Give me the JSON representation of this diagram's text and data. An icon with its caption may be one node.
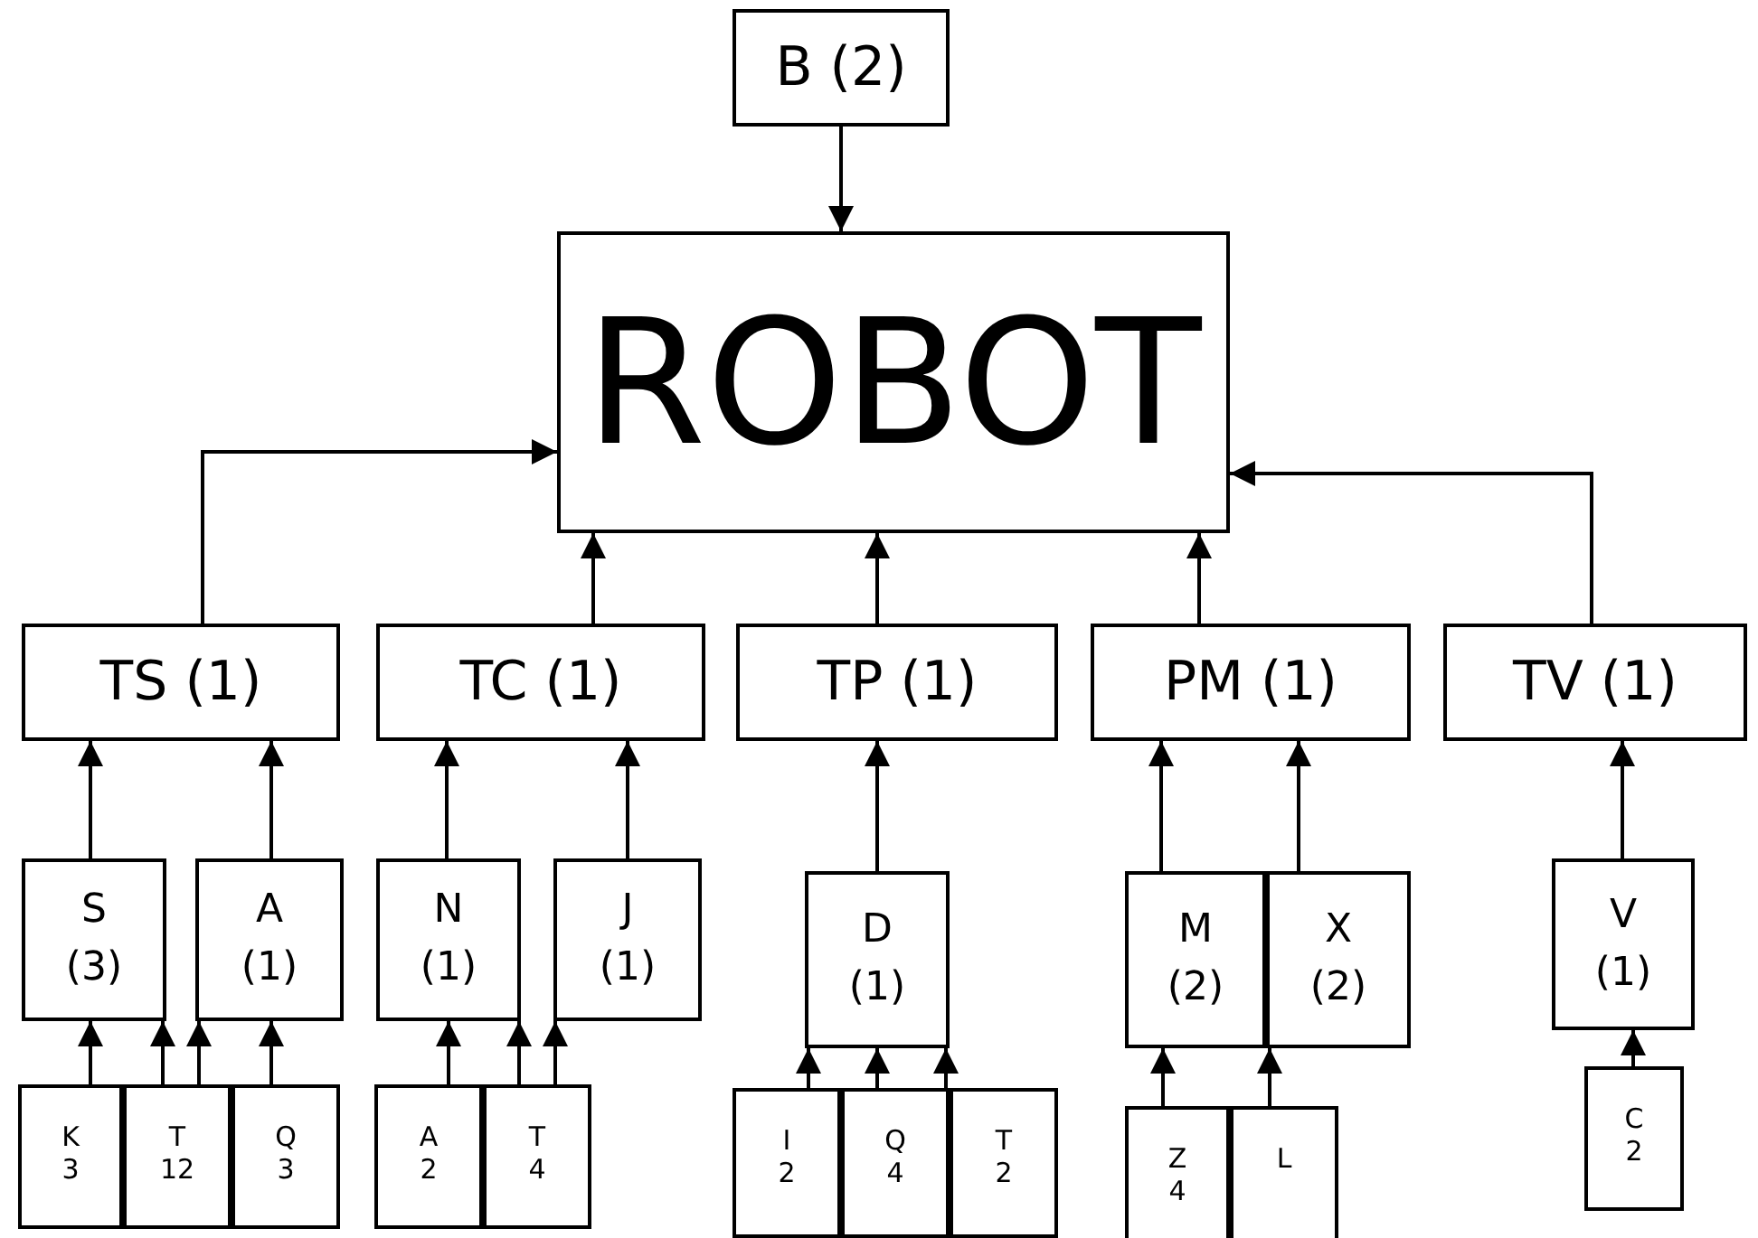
{
  "diagram": {
    "nodes": [
      {
        "text": [
          "B (2)"
        ]
      },
      {
        "text": [
          "ROBOT"
        ]
      },
      {
        "text": [
          "TS (1)"
        ]
      },
      {
        "text": [
          "TC (1)"
        ]
      },
      {
        "text": [
          "TP (1)"
        ]
      },
      {
        "text": [
          "PM (1)"
        ]
      },
      {
        "text": [
          "TV (1)"
        ]
      },
      {
        "text": [
          "S (3)"
        ]
      },
      {
        "text": [
          "A (1)"
        ]
      },
      {
        "text": [
          "N (1)"
        ]
      },
      {
        "text": [
          "J (1)"
        ]
      },
      {
        "text": [
          "D (1)"
        ]
      },
      {
        "text": [
          "M (2)"
        ]
      },
      {
        "text": [
          "X (2)"
        ]
      },
      {
        "text": [
          "V (1)"
        ]
      },
      {
        "text": [
          "K 3"
        ]
      },
      {
        "text": [
          "T 12"
        ]
      },
      {
        "text": [
          "Q 3"
        ]
      },
      {
        "text": [
          "A 2"
        ]
      },
      {
        "text": [
          "T 4"
        ]
      },
      {
        "text": [
          "I 2"
        ]
      },
      {
        "text": [
          "Q 4"
        ]
      },
      {
        "text": [
          "T 2"
        ]
      },
      {
        "text": [
          "Z 4"
        ]
      },
      {
        "text": [
          "L"
        ]
      },
      {
        "text": [
          "C 2"
        ]
      }
    ],
    "edges": [
      {
        "from": 0,
        "to": 1,
        "arrow": "to"
      },
      {
        "from": 2,
        "to": 1,
        "arrow": "to"
      },
      {
        "from": 3,
        "to": 1,
        "arrow": "to"
      },
      {
        "from": 4,
        "to": 1,
        "arrow": "to"
      },
      {
        "from": 5,
        "to": 1,
        "arrow": "to"
      },
      {
        "from": 6,
        "to": 1,
        "arrow": "to"
      },
      {
        "from": 7,
        "to": 2,
        "arrow": "to"
      },
      {
        "from": 8,
        "to": 2,
        "arrow": "to"
      },
      {
        "from": 9,
        "to": 3,
        "arrow": "to"
      },
      {
        "from": 10,
        "to": 3,
        "arrow": "to"
      },
      {
        "from": 11,
        "to": 4,
        "arrow": "to"
      },
      {
        "from": 12,
        "to": 5,
        "arrow": "to"
      },
      {
        "from": 13,
        "to": 5,
        "arrow": "to"
      },
      {
        "from": 14,
        "to": 6,
        "arrow": "to"
      },
      {
        "from": 15,
        "to": 7,
        "arrow": "to"
      },
      {
        "from": 16,
        "to": 7,
        "arrow": "to"
      },
      {
        "from": 16,
        "to": 8,
        "arrow": "to"
      },
      {
        "from": 17,
        "to": 8,
        "arrow": "to"
      },
      {
        "from": 18,
        "to": 9,
        "arrow": "to"
      },
      {
        "from": 19,
        "to": 9,
        "arrow": "to"
      },
      {
        "from": 19,
        "to": 10,
        "arrow": "to"
      },
      {
        "from": 20,
        "to": 11,
        "arrow": "to"
      },
      {
        "from": 21,
        "to": 11,
        "arrow": "to"
      },
      {
        "from": 22,
        "to": 11,
        "arrow": "to"
      },
      {
        "from": 23,
        "to": 12,
        "arrow": "to"
      },
      {
        "from": 24,
        "to": 13,
        "arrow": "to"
      },
      {
        "from": 25,
        "to": 14,
        "arrow": "to"
      }
    ]
  }
}
